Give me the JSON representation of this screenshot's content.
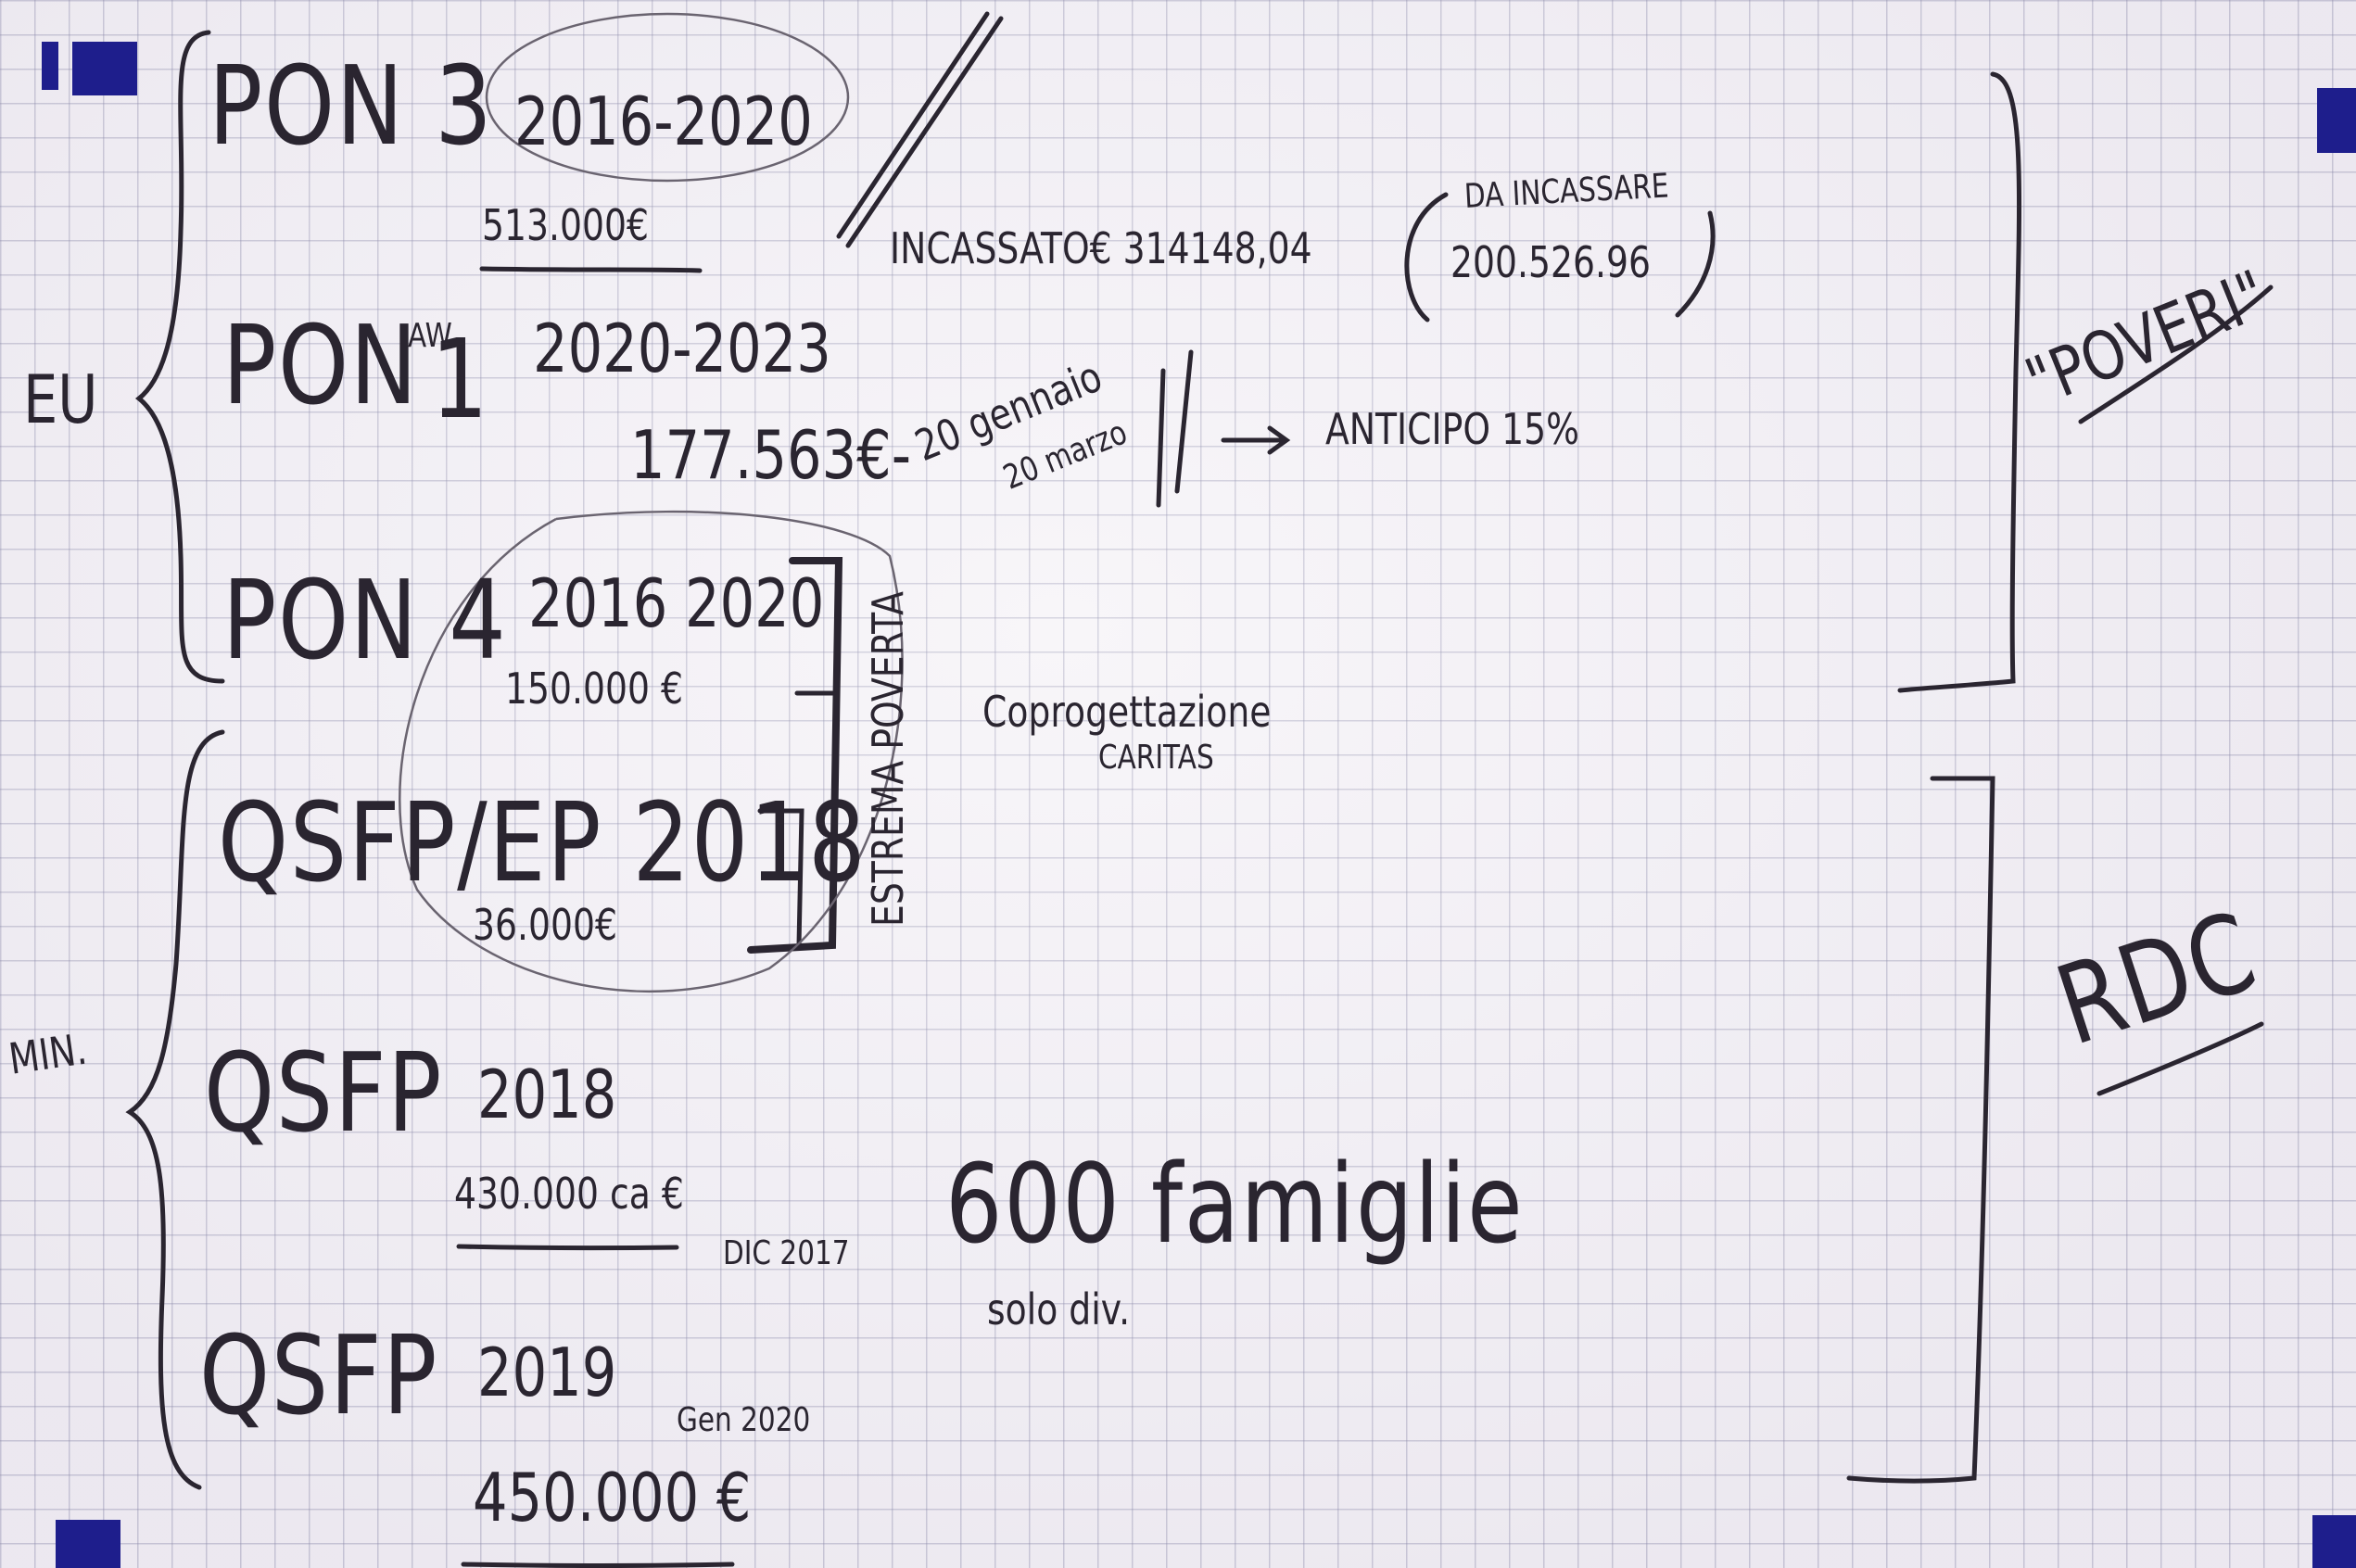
{
  "notes": {
    "eu_label": "EU",
    "min_label": "MIN.",
    "pon3": {
      "title": "PON 3",
      "years": "2016-2020",
      "amount": "513.000€"
    },
    "incassato": "INCASSATO€ 314148,04",
    "da_incassare": {
      "label": "DA INCASSARE",
      "amount": "200.526.96"
    },
    "poveri": "\"POVERI\"",
    "pon1": {
      "title": "PON",
      "sup": "AW",
      "num": "1",
      "years": "2020-2023",
      "amount": "177.563€-",
      "date1": "20 gennaio",
      "date2": "20 marzo",
      "anticipo": "ANTICIPO 15%"
    },
    "pon4": {
      "title": "PON 4",
      "years": "2016 2020",
      "amount": "150.000 €"
    },
    "estrema_poverta": "ESTREMA POVERTA",
    "coprogettazione": "Coprogettazione",
    "caritas": "CARITAS",
    "qsfp_ep": {
      "title": "QSFP/EP 2018",
      "amount": "36.000€"
    },
    "rdc": "RDC",
    "qsfp2018": {
      "title": "QSFP",
      "year": "2018",
      "amount": "430.000 ca €",
      "note": "DIC 2017"
    },
    "famiglie": {
      "main": "600 famiglie",
      "sub": "solo div."
    },
    "qsfp2019": {
      "title": "QSFP",
      "year": "2019",
      "note": "Gen 2020",
      "amount": "450.000 €"
    }
  },
  "colors": {
    "ink": "#2a2530",
    "paper": "#f4f1f6",
    "grid": "#8c8cae",
    "marker": "#1e1e8c"
  }
}
